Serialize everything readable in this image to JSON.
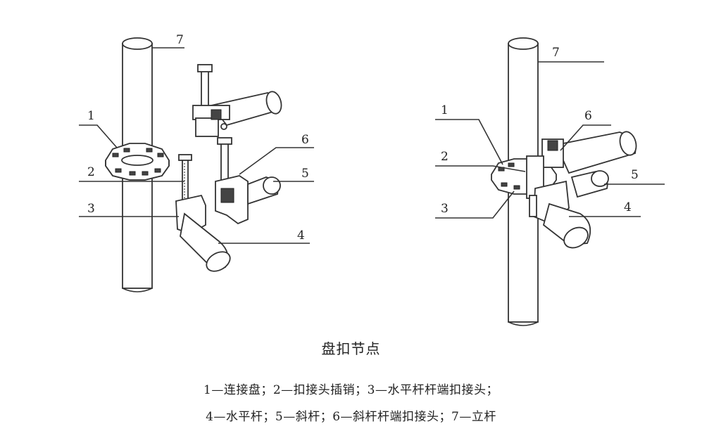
{
  "title": "盘扣节点",
  "callouts": {
    "left": [
      "1",
      "2",
      "3",
      "4",
      "5",
      "6",
      "7"
    ],
    "right": [
      "1",
      "2",
      "3",
      "4",
      "5",
      "6",
      "7"
    ]
  },
  "legend_line1": "1—连接盘；2—扣接头插销；3—水平杆杆端扣接头；",
  "legend_line2": "4—水平杆；5—斜杆；6—斜杆杆端扣接头；7—立杆"
}
